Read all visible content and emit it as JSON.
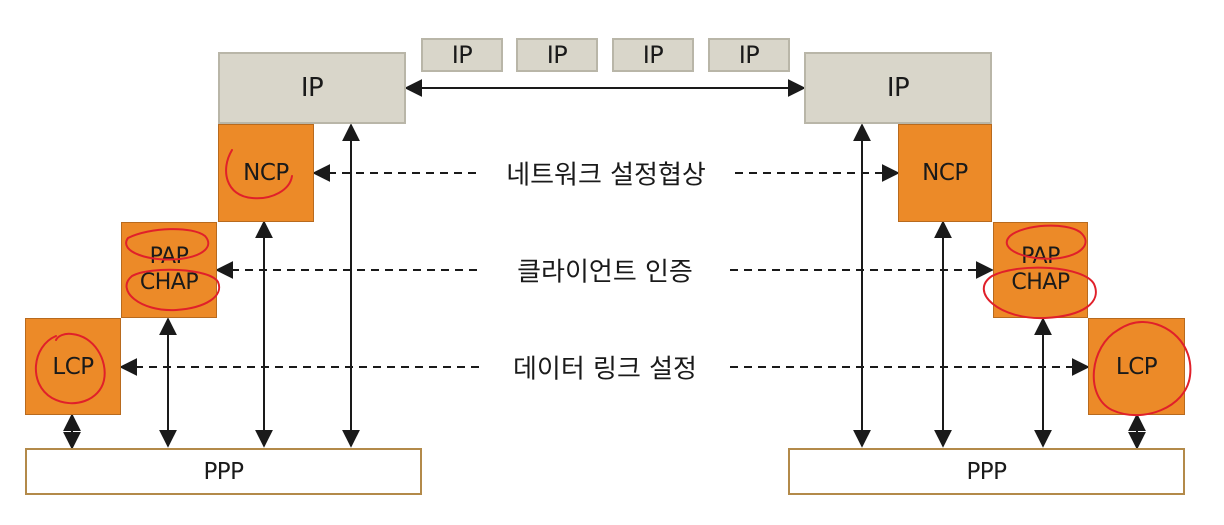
{
  "packets": [
    "IP",
    "IP",
    "IP",
    "IP"
  ],
  "left": {
    "ip": "IP",
    "ncp": "NCP",
    "auth": {
      "pap": "PAP",
      "chap": "CHAP"
    },
    "lcp": "LCP",
    "ppp": "PPP"
  },
  "right": {
    "ip": "IP",
    "ncp": "NCP",
    "auth": {
      "pap": "PAP",
      "chap": "CHAP"
    },
    "lcp": "LCP",
    "ppp": "PPP"
  },
  "labels": {
    "network": "네트워크 설정협상",
    "auth": "클라이언트 인증",
    "link": "데이터 링크 설정"
  },
  "colors": {
    "orange": "#ec8a28",
    "ip_gray": "#d9d6ca",
    "annotation_red": "#e0202a"
  }
}
